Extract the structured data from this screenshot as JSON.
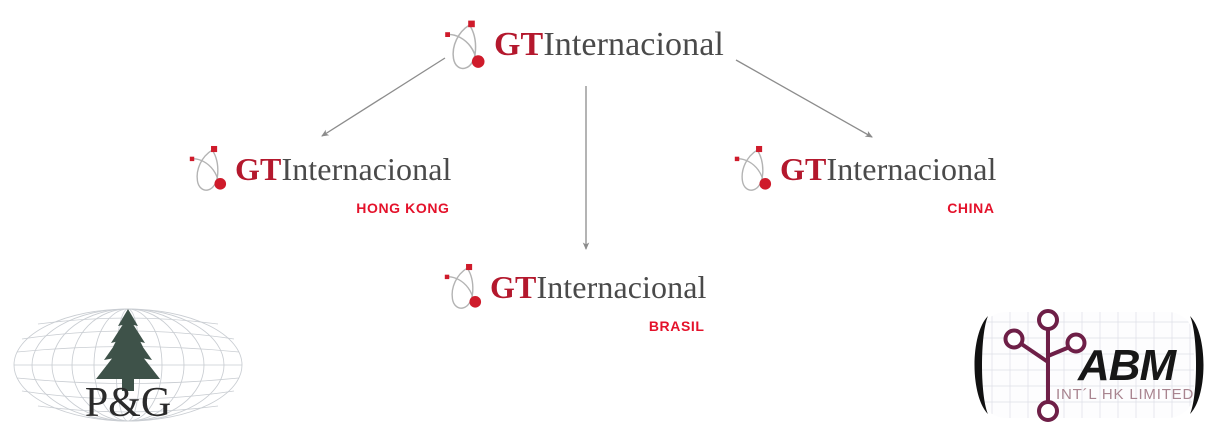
{
  "diagram": {
    "background_color": "#ffffff",
    "arrow_color": "#8c8c8c",
    "brand_red": "#b4182d",
    "label_red": "#e4122b",
    "brand_gray": "#4a4a4a"
  },
  "nodes": {
    "root": {
      "brand_bold": "GT",
      "brand_rest": "Internacional",
      "subtitle": "",
      "logo_icon": "gt-orbit-logo-icon"
    },
    "hong_kong": {
      "brand_bold": "GT",
      "brand_rest": "Internacional",
      "subtitle": "HONG KONG",
      "logo_icon": "gt-orbit-logo-icon"
    },
    "brasil": {
      "brand_bold": "GT",
      "brand_rest": "Internacional",
      "subtitle": "BRASIL",
      "logo_icon": "gt-orbit-logo-icon"
    },
    "china": {
      "brand_bold": "GT",
      "brand_rest": "Internacional",
      "subtitle": "CHINA",
      "logo_icon": "gt-orbit-logo-icon"
    }
  },
  "connectors": [
    {
      "name": "root-to-hong-kong",
      "direction": "down-left"
    },
    {
      "name": "root-to-brasil",
      "direction": "down"
    },
    {
      "name": "root-to-china",
      "direction": "down-right"
    }
  ],
  "partner_logos": {
    "pg": {
      "wordmark": "P&G",
      "globe_icon": "globe-wireframe-icon",
      "tree_icon": "pine-tree-icon",
      "globe_color": "#c9cdd2",
      "tree_color": "#3e5249",
      "wordmark_color": "#2b2b2b"
    },
    "abm": {
      "wordmark": "ABM",
      "tagline": "INT´L HK LIMITED",
      "circuit_icon": "circuit-tree-icon",
      "bracket_icon": "bracket-icon",
      "circuit_color": "#6e1f47",
      "wordmark_color": "#171717",
      "tagline_color": "#a8848f",
      "grid_color": "#d8dbe2"
    }
  }
}
